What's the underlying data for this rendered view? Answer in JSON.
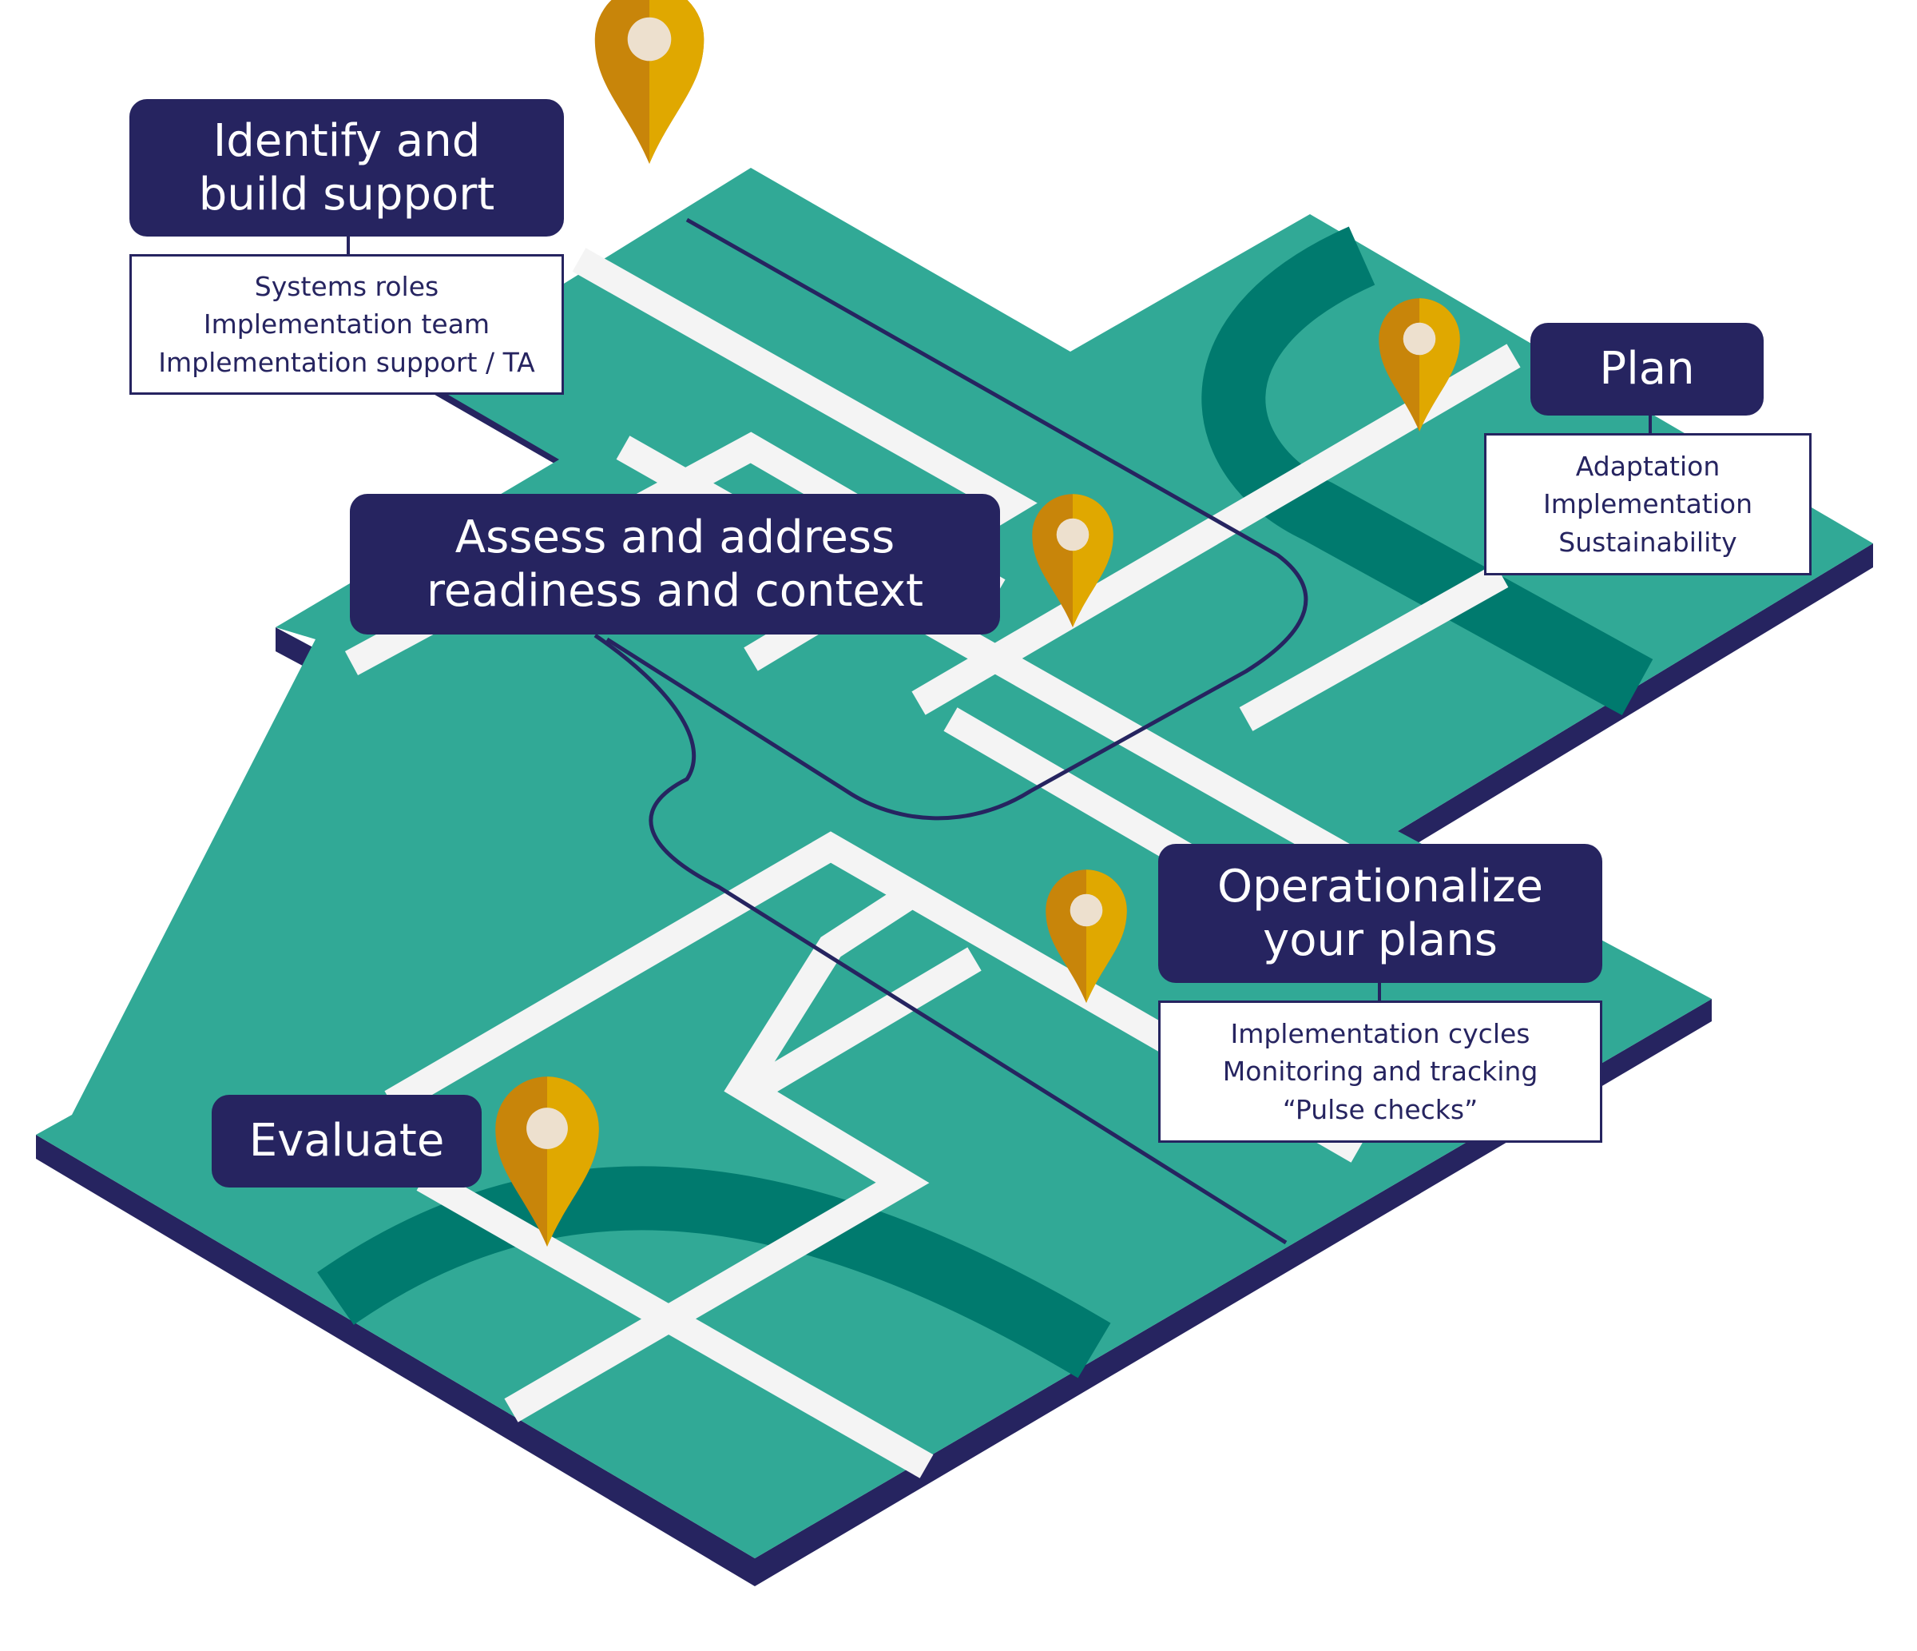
{
  "steps": {
    "identify": {
      "title": "Identify and\nbuild support",
      "items": [
        "Systems roles",
        "Implementation team",
        "Implementation support / TA"
      ]
    },
    "assess": {
      "title": "Assess and address\nreadiness and context"
    },
    "plan": {
      "title": "Plan",
      "items": [
        "Adaptation",
        "Implementation",
        "Sustainability"
      ]
    },
    "operationalize": {
      "title": "Operationalize\nyour plans",
      "items": [
        "Implementation cycles",
        "Monitoring and tracking",
        "“Pulse checks”"
      ]
    },
    "evaluate": {
      "title": "Evaluate"
    }
  },
  "colors": {
    "map_green": "#31A996",
    "map_dark_green": "#007A6E",
    "road": "#F4F4F4",
    "navy": "#262460",
    "pin_gold": "#E0A800",
    "pin_dark": "#C8850A"
  }
}
